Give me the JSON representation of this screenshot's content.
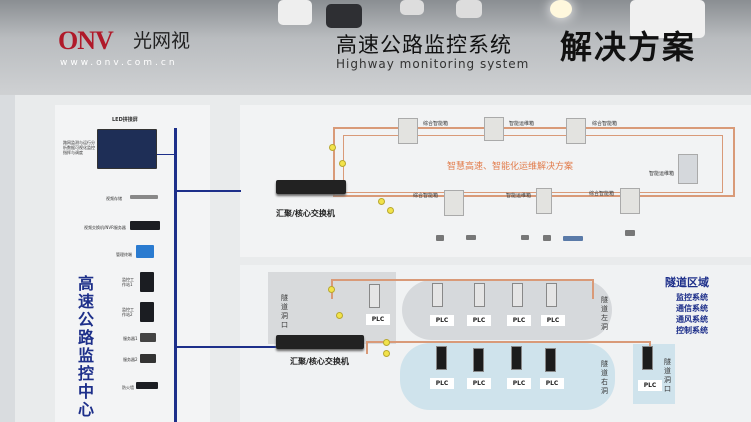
{
  "header": {
    "brand_logo": "ONV",
    "brand_cn": "光网视",
    "url": "www.onv.com.cn",
    "title": "高速公路监控系统",
    "subtitle": "Highway monitoring system",
    "title_emphasis": "解决方案"
  },
  "center": {
    "title": "高速公路监控中心",
    "led_label": "LED拼接屏",
    "led_desc": "路网监测与运行分析数据可视化监控指挥与调度",
    "devices": [
      "视频存储",
      "视频交换机/NVR服务器",
      "管理终端",
      "监控工作站1",
      "监控工作站2",
      "服务器1",
      "服务器2",
      "防火墙"
    ]
  },
  "top": {
    "core_switch": "汇聚/核心交换机",
    "solution_label": "智慧高速、智能化运维解决方案",
    "cabinets": [
      "综合智能箱",
      "智能运维箱",
      "综合智能箱",
      "智能运维箱",
      "综合智能箱",
      "智能运维箱",
      "综合智能箱"
    ]
  },
  "tunnel": {
    "core_switch": "汇聚/核心交换机",
    "portal_left": "隧道洞口",
    "left_bore": "隧道左洞",
    "right_bore": "隧道右洞",
    "portal_right": "隧道洞口",
    "plc_label": "PLC",
    "area_title": "隧道区域",
    "systems": [
      "监控系统",
      "通信系统",
      "通风系统",
      "控制系统"
    ]
  }
}
